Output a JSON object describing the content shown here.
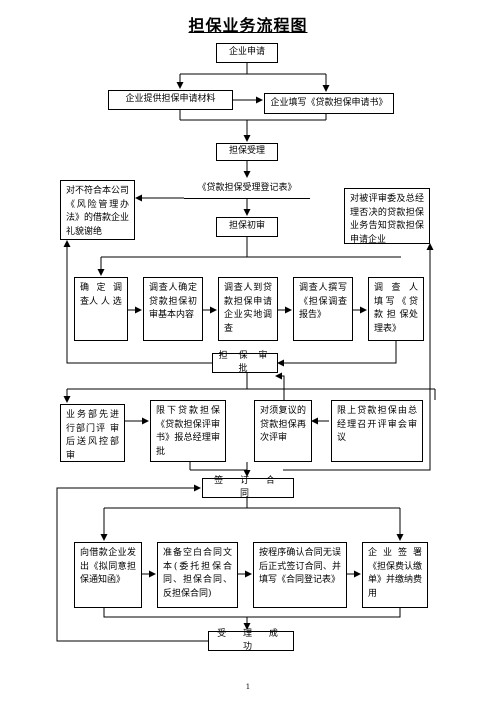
{
  "title": "担保业务流程图",
  "boxes": {
    "apply": "企业申请",
    "materials": "企业提供担保申请材料",
    "fill_form": "企业填写《贷款担保申请书》",
    "acceptance": "担保受理",
    "register": "《贷款担保受理登记表》",
    "first_review": "担保初审",
    "reject_risk": "对不符合本公司《风险管理办法》的借款企业礼貌谢绝",
    "reject_committee": "对被评审委及总经理否决的贷款担保业务告知贷款担保申请企业",
    "step_assign": "确 定 调 查人 人 选",
    "step_confirm": "调查人确定贷款担保初审基本内容",
    "step_visit": "调查人到贷款担保申请企业实地调查",
    "step_report": "调查人撰写《担保调查报告》",
    "step_form": "调 查 人 填写《贷 款 担 保处理表》",
    "approval": "担 保 审 批",
    "dept_review": "业务部先进行部门评 审后送风控部审",
    "below_limit": "限下贷款担保《贷款担保评审书》报总经理审批",
    "second_review": "对须复议的贷款担保再次评审",
    "above_limit": "限上贷款担保由总经理召开评审会审议",
    "sign": "签 订 合 同",
    "notice": "向借款企业发出《拟同意担保通知函》",
    "prepare": "准备空白合同文本(委托担保合同、担保合同、反担保合同)",
    "confirm_sign": "按程序确认合同无误后正式签订合同、并填写《合同登记表》",
    "enterprise_sign": "企 业 签 署《担保费认缴单》并缴纳费用",
    "success": "受 理 成 功"
  },
  "page_number": "1"
}
